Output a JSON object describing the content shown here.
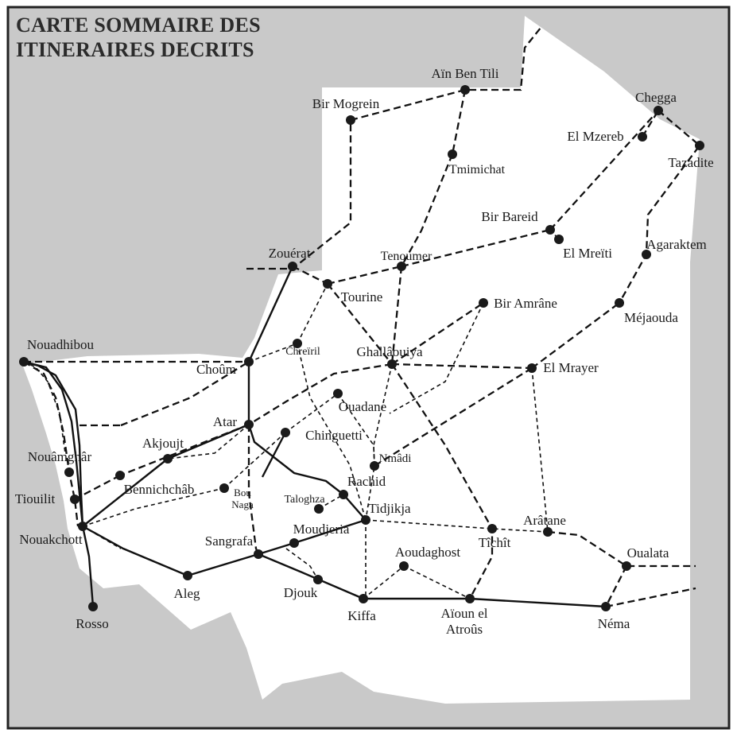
{
  "map": {
    "title_line1": "CARTE SOMMAIRE DES",
    "title_line2": "ITINERAIRES DECRITS",
    "colors": {
      "background_sea": "#c9c9c9",
      "country_fill": "#ffffff",
      "routes": "#111111",
      "frame": "#222222"
    },
    "route_styles": [
      "solid",
      "dashed",
      "fine-dashed"
    ],
    "places": [
      {
        "id": "ain-ben-tili",
        "label": "Aïn Ben Tili"
      },
      {
        "id": "bir-mogrein",
        "label": "Bir Mogrein"
      },
      {
        "id": "chegga",
        "label": "Chegga"
      },
      {
        "id": "el-mzereb",
        "label": "El Mzereb"
      },
      {
        "id": "tazadite",
        "label": "Tazadite"
      },
      {
        "id": "tmimichat",
        "label": "Tmimichat"
      },
      {
        "id": "bir-bareid",
        "label": "Bir Bareid"
      },
      {
        "id": "el-mreiti",
        "label": "El Mreïti"
      },
      {
        "id": "agaraktem",
        "label": "Agaraktem"
      },
      {
        "id": "zouerat",
        "label": "Zouérat"
      },
      {
        "id": "tenoumer",
        "label": "Tenoumer"
      },
      {
        "id": "tourine",
        "label": "Tourine"
      },
      {
        "id": "bir-amrane",
        "label": "Bir Amrâne"
      },
      {
        "id": "mejaouda",
        "label": "Méjaouda"
      },
      {
        "id": "nouadhibou",
        "label": "Nouadhibou"
      },
      {
        "id": "choum",
        "label": "Choûm"
      },
      {
        "id": "chreiril",
        "label": "Chreïril"
      },
      {
        "id": "ghallaouiya",
        "label": "Ghallâouiya"
      },
      {
        "id": "el-mrayer",
        "label": "El Mrayer"
      },
      {
        "id": "ouadane",
        "label": "Ouadane"
      },
      {
        "id": "atar",
        "label": "Atar"
      },
      {
        "id": "chinguetti",
        "label": "Chinguetti"
      },
      {
        "id": "akjoujt",
        "label": "Akjoujt"
      },
      {
        "id": "nmadi",
        "label": "Nmâdi"
      },
      {
        "id": "nouamghar",
        "label": "Nouâmghâr"
      },
      {
        "id": "bennichchab",
        "label": "Bennichchâb"
      },
      {
        "id": "tiouilit",
        "label": "Tiouilit"
      },
      {
        "id": "bou-naga",
        "label": "Bou\nNaga"
      },
      {
        "id": "rachid",
        "label": "Rachid"
      },
      {
        "id": "taloghza",
        "label": "Taloghza"
      },
      {
        "id": "tidjikja",
        "label": "Tidjikja"
      },
      {
        "id": "aratane",
        "label": "Arâtane"
      },
      {
        "id": "nouakchott",
        "label": "Nouakchott"
      },
      {
        "id": "moudjeria",
        "label": "Moudjeria"
      },
      {
        "id": "sangrafa",
        "label": "Sangrafa"
      },
      {
        "id": "tichit",
        "label": "Tîchît"
      },
      {
        "id": "aoudaghost",
        "label": "Aoudaghost"
      },
      {
        "id": "oualata",
        "label": "Oualata"
      },
      {
        "id": "aleg",
        "label": "Aleg"
      },
      {
        "id": "djouk",
        "label": "Djouk"
      },
      {
        "id": "kiffa",
        "label": "Kiffa"
      },
      {
        "id": "aioun",
        "label": "Aïoun el\nAtroûs"
      },
      {
        "id": "nema",
        "label": "Néma"
      },
      {
        "id": "rosso",
        "label": "Rosso"
      }
    ]
  }
}
